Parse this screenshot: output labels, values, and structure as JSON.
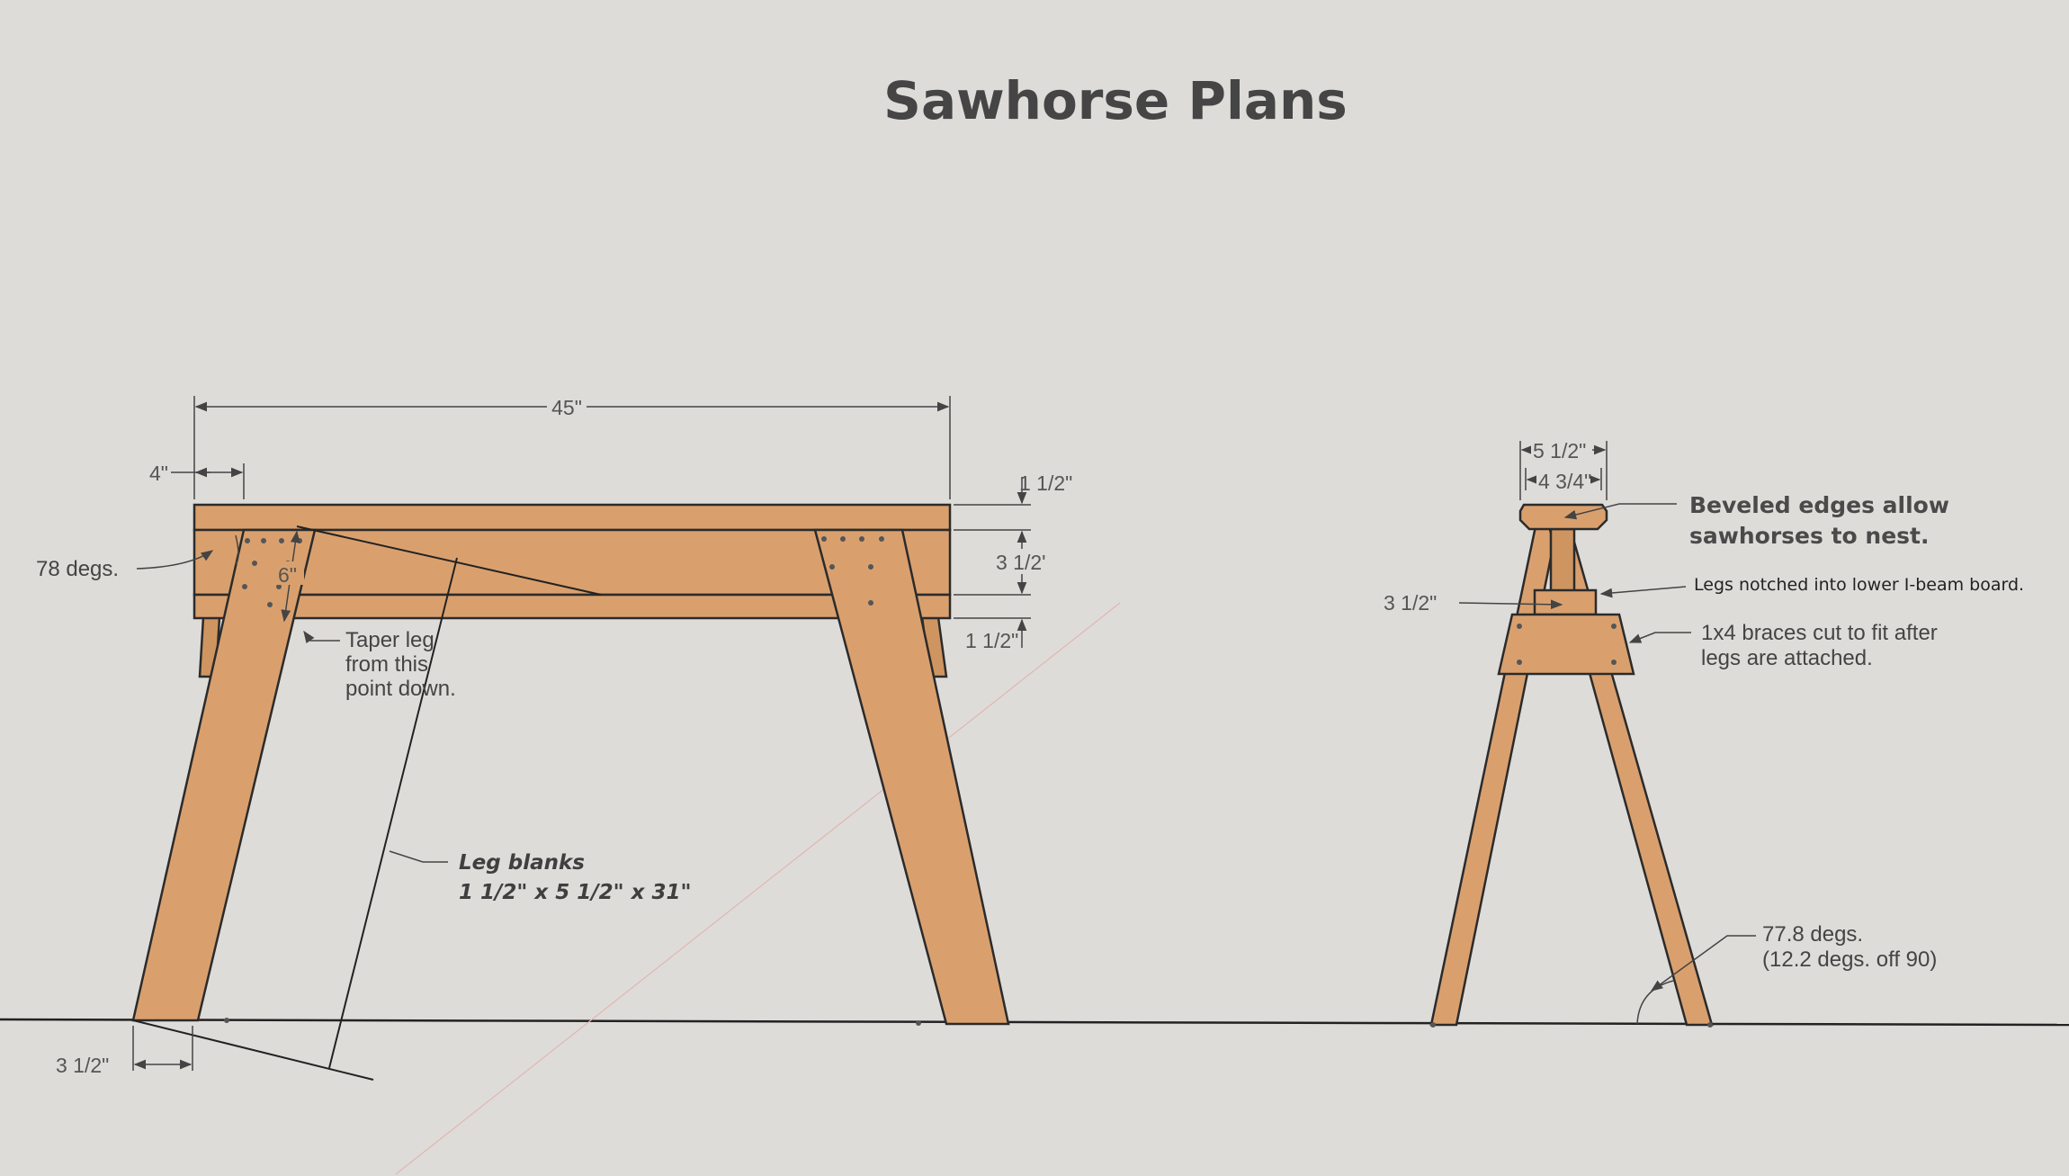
{
  "title": "Sawhorse Plans",
  "side_view": {
    "dim_length": "45\"",
    "dim_offset": "4\"",
    "dim_top_thickness": "1 1/2\"",
    "dim_beam_height": "3 1/2'",
    "dim_bottom_thickness": "1 1/2\"",
    "dim_taper": "6\"",
    "dim_foot": "3 1/2\"",
    "angle_label": "78 degs.",
    "taper_note": [
      "Taper leg",
      "from this",
      "point down."
    ],
    "leg_blanks_title": "Leg blanks",
    "leg_blanks_size": "1 1/2\" x 5 1/2\" x 31\""
  },
  "end_view": {
    "dim_top_width": "5 1/2\"",
    "dim_inner_width": "4 3/4\"",
    "dim_brace": "3 1/2\"",
    "bevel_note": [
      "Beveled edges allow",
      "sawhorses to nest."
    ],
    "notch_note": "Legs notched into lower I-beam board.",
    "brace_note": [
      "1x4 braces cut to fit after",
      "legs are attached."
    ],
    "angle_note": [
      "77.8 degs.",
      "(12.2 degs. off 90)"
    ]
  }
}
